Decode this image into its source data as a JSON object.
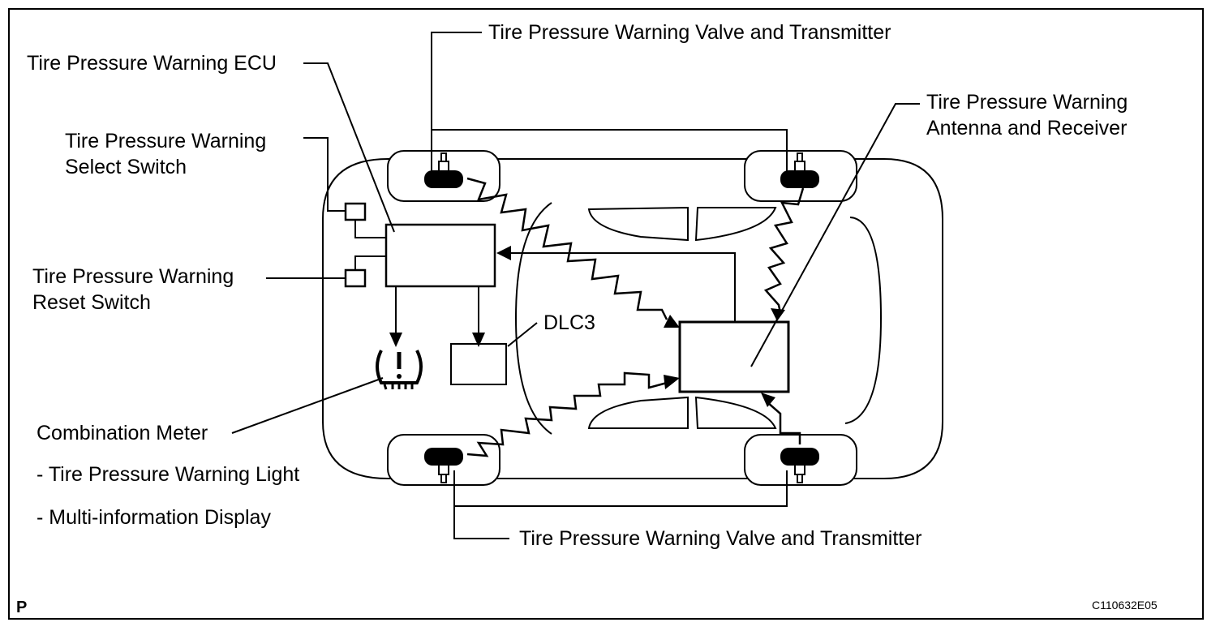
{
  "labels": {
    "valve_top": "Tire Pressure Warning Valve and Transmitter",
    "ecu": "Tire Pressure Warning ECU",
    "antenna_line1": "Tire Pressure Warning",
    "antenna_line2": "Antenna and Receiver",
    "select_line1": "Tire Pressure Warning",
    "select_line2": "Select Switch",
    "reset_line1": "Tire Pressure Warning",
    "reset_line2": "Reset Switch",
    "dlc3": "DLC3",
    "meter": "Combination Meter",
    "meter_light": "- Tire Pressure Warning Light",
    "meter_display": "- Multi-information Display",
    "valve_bottom": "Tire Pressure Warning Valve and Transmitter",
    "corner_letter": "P",
    "figure_code": "C110632E05"
  },
  "icons": {
    "warning_lamp": "tire-pressure-warning-icon",
    "valve": "tire-valve-icon"
  }
}
